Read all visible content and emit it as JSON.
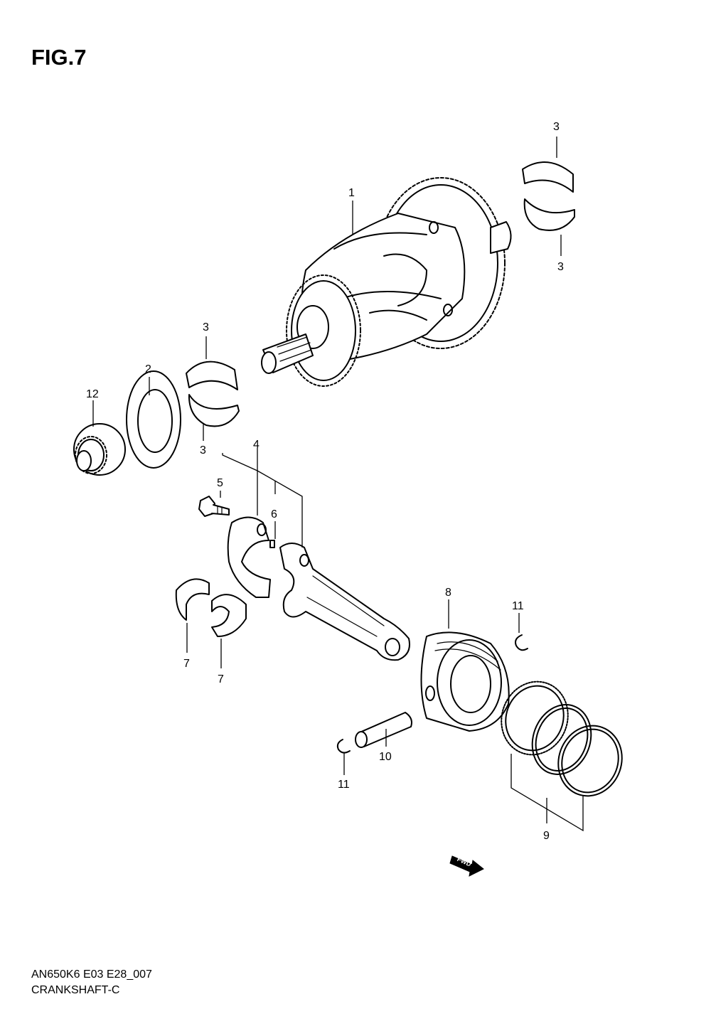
{
  "figure": {
    "title": "FIG.7"
  },
  "callouts": [
    {
      "id": "callout-1a",
      "label": "1"
    },
    {
      "id": "callout-2a",
      "label": "2"
    },
    {
      "id": "callout-3a",
      "label": "3"
    },
    {
      "id": "callout-3b",
      "label": "3"
    },
    {
      "id": "callout-3c",
      "label": "3"
    },
    {
      "id": "callout-3d",
      "label": "3"
    },
    {
      "id": "callout-4a",
      "label": "4"
    },
    {
      "id": "callout-5a",
      "label": "5"
    },
    {
      "id": "callout-6a",
      "label": "6"
    },
    {
      "id": "callout-7a",
      "label": "7"
    },
    {
      "id": "callout-7b",
      "label": "7"
    },
    {
      "id": "callout-8a",
      "label": "8"
    },
    {
      "id": "callout-9a",
      "label": "9"
    },
    {
      "id": "callout-10a",
      "label": "10"
    },
    {
      "id": "callout-11a",
      "label": "11"
    },
    {
      "id": "callout-11b",
      "label": "11"
    },
    {
      "id": "callout-12a",
      "label": "12"
    }
  ],
  "direction_marker": {
    "label": "FWD"
  },
  "footer": {
    "diagram_code": "AN650K6 E03 E28_007",
    "caption": "CRANKSHAFT-C"
  }
}
